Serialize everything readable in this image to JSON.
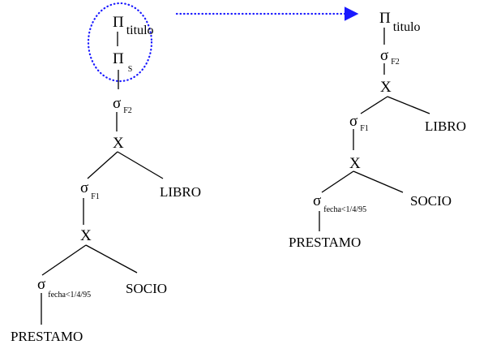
{
  "symbols": {
    "projection": "Π",
    "selection": "σ",
    "product": "X"
  },
  "colors": {
    "highlight": "#1a1aff"
  },
  "original_tree": {
    "proj_titulo": "titulo",
    "proj_s": "S",
    "sel_f2": "F2",
    "sel_f1": "F1",
    "sel_fecha": "fecha<1/4/95",
    "rel_libro": "LIBRO",
    "rel_socio": "SOCIO",
    "rel_prestamo": "PRESTAMO"
  },
  "optimized_tree": {
    "proj_titulo": "titulo",
    "sel_f2": "F2",
    "sel_f1": "F1",
    "sel_fecha": "fecha<1/4/95",
    "rel_libro": "LIBRO",
    "rel_socio": "SOCIO",
    "rel_prestamo": "PRESTAMO"
  }
}
